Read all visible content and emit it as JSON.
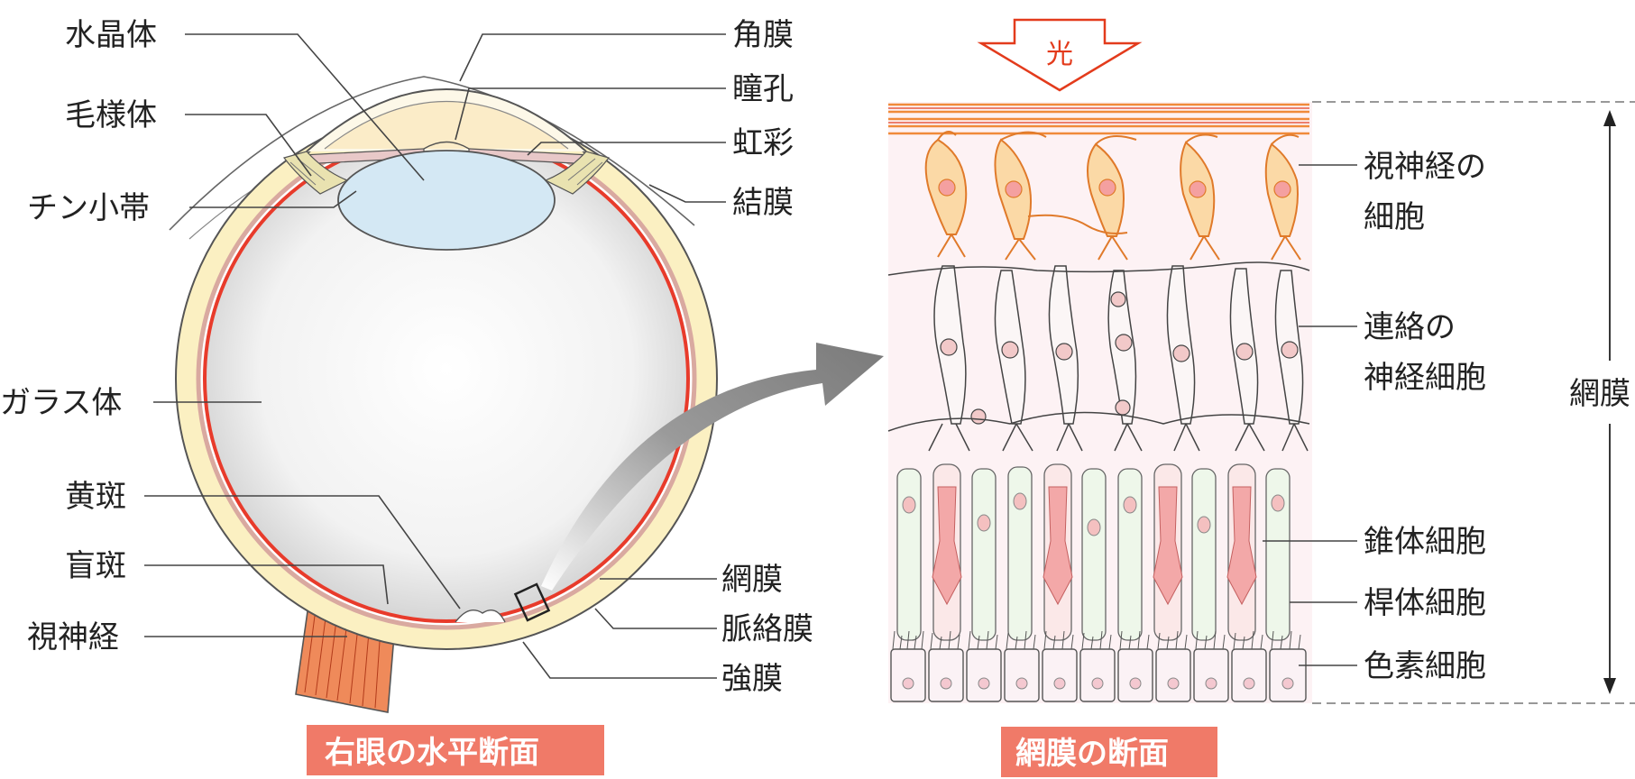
{
  "eye_labels": {
    "lens": "水晶体",
    "ciliary_body": "毛様体",
    "zonule": "チン小帯",
    "vitreous": "ガラス体",
    "macula": "黄斑",
    "blind_spot": "盲斑",
    "optic_nerve": "視神経",
    "cornea": "角膜",
    "pupil": "瞳孔",
    "iris": "虹彩",
    "conjunctiva": "結膜",
    "retina": "網膜",
    "choroid": "脈絡膜",
    "sclera": "強膜"
  },
  "retina_labels": {
    "light": "光",
    "optic_nerve_cell_1": "視神経の",
    "optic_nerve_cell_2": "細胞",
    "connecting_1": "連絡の",
    "connecting_2": "神経細胞",
    "cone": "錐体細胞",
    "rod": "桿体細胞",
    "pigment": "色素細胞",
    "retina_span": "網膜"
  },
  "captions": {
    "left": "右眼の水平断面",
    "right": "網膜の断面"
  },
  "colors": {
    "caption_bg": "#f07a68",
    "retina_red": "#e83b2b",
    "sclera_yellow": "#fbf0c2",
    "lens_blue": "#d4e8f4",
    "nerve_orange": "#f6a56a",
    "cell_pink": "#f4b8b8",
    "arrow_gray": "#8a8a8a"
  }
}
